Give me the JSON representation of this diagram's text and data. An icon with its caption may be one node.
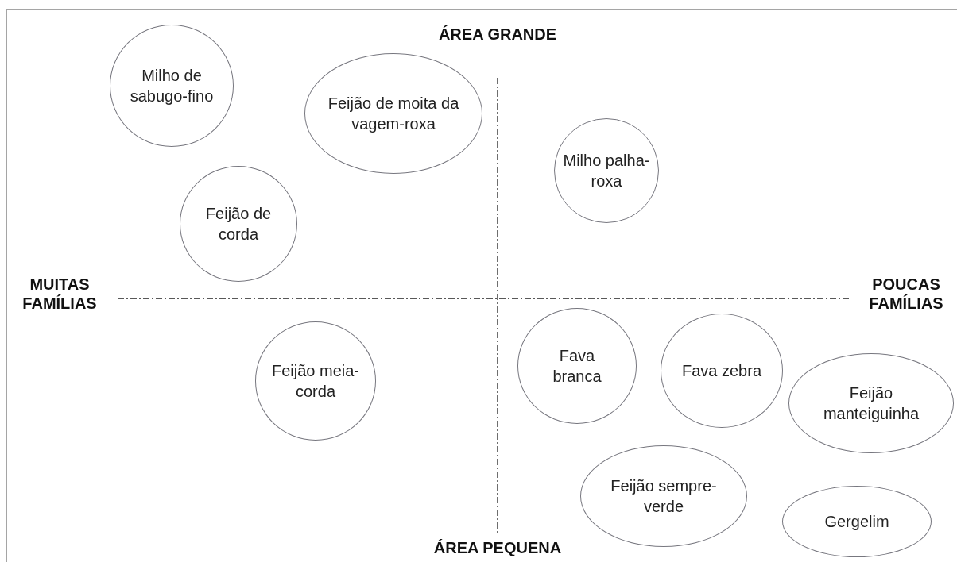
{
  "diagram": {
    "nodes": [
      {
        "text": [
          "Milho de sabugo-fino"
        ]
      },
      {
        "text": [
          "Feijão de moita da vagem-roxa"
        ]
      },
      {
        "text": [
          "Milho palha-roxa"
        ]
      },
      {
        "text": [
          "Feijão de corda"
        ]
      },
      {
        "text": [
          "Fava branca"
        ]
      },
      {
        "text": [
          "Fava zebra"
        ]
      },
      {
        "text": [
          "Feijão meia-corda"
        ]
      },
      {
        "text": [
          "Feijão manteiguinha"
        ]
      },
      {
        "text": [
          "Feijão sempre-verde"
        ]
      },
      {
        "text": [
          "Gergelim"
        ]
      }
    ],
    "edges": [],
    "labels": [
      "ÁREA GRANDE",
      "MUITAS FAMÍLIAS",
      "POUCAS FAMÍLIAS",
      "ÁREA PEQUENA"
    ]
  }
}
